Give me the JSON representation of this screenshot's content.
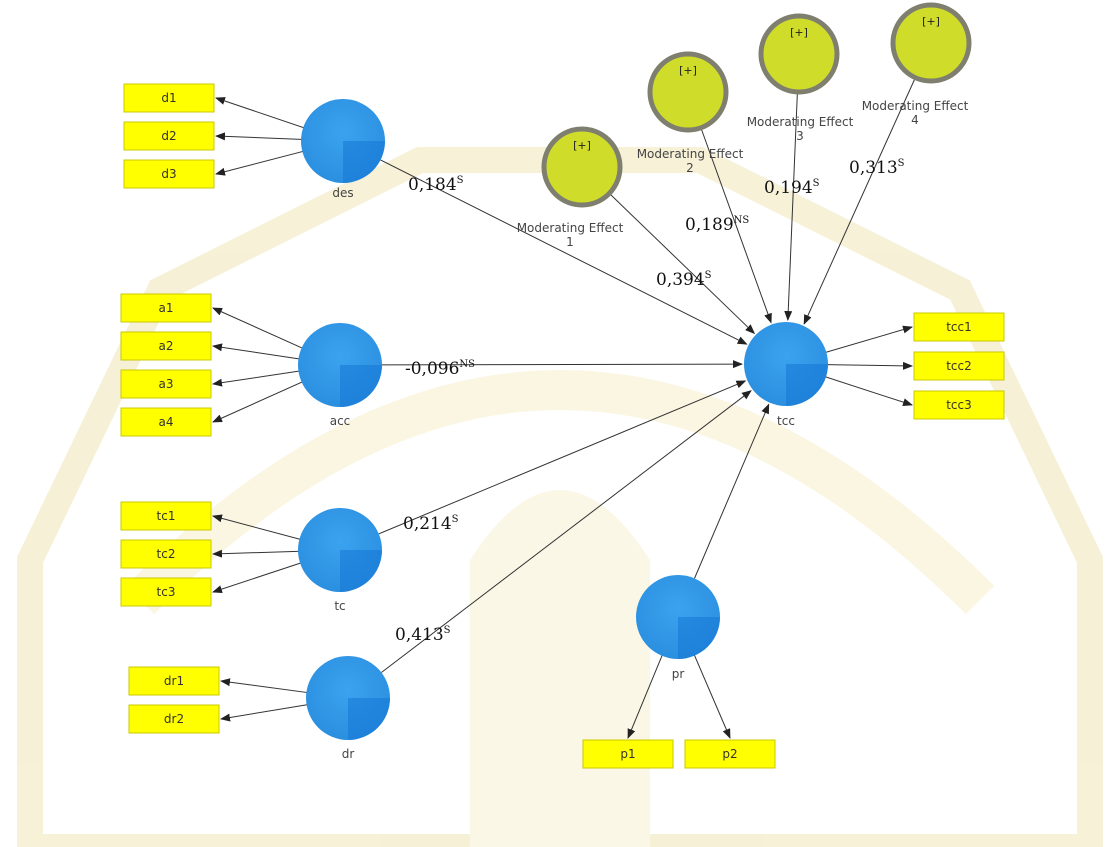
{
  "colors": {
    "construct_fill": "#2f9be8",
    "construct_fill_dark": "#1577d6",
    "moderator_fill": "#cfdc2a",
    "moderator_ring": "#7f7f6f",
    "indicator_fill": "#ffff00",
    "indicator_border": "#c8c800",
    "arrow": "#333333",
    "watermark": "#f3ebc0"
  },
  "constructs": [
    {
      "id": "des",
      "label": "des"
    },
    {
      "id": "acc",
      "label": "acc"
    },
    {
      "id": "tc",
      "label": "tc"
    },
    {
      "id": "dr",
      "label": "dr"
    },
    {
      "id": "tcc",
      "label": "tcc"
    },
    {
      "id": "pr",
      "label": "pr"
    }
  ],
  "moderators": [
    {
      "id": "me1",
      "symbol": "[+]",
      "label_line1": "Moderating Effect",
      "label_line2": "1"
    },
    {
      "id": "me2",
      "symbol": "[+]",
      "label_line1": "Moderating Effect",
      "label_line2": "2"
    },
    {
      "id": "me3",
      "symbol": "[+]",
      "label_line1": "Moderating Effect",
      "label_line2": "3"
    },
    {
      "id": "me4",
      "symbol": "[+]",
      "label_line1": "Moderating Effect",
      "label_line2": "4"
    }
  ],
  "indicators": [
    {
      "label": "d1",
      "construct": "des"
    },
    {
      "label": "d2",
      "construct": "des"
    },
    {
      "label": "d3",
      "construct": "des"
    },
    {
      "label": "a1",
      "construct": "acc"
    },
    {
      "label": "a2",
      "construct": "acc"
    },
    {
      "label": "a3",
      "construct": "acc"
    },
    {
      "label": "a4",
      "construct": "acc"
    },
    {
      "label": "tc1",
      "construct": "tc"
    },
    {
      "label": "tc2",
      "construct": "tc"
    },
    {
      "label": "tc3",
      "construct": "tc"
    },
    {
      "label": "dr1",
      "construct": "dr"
    },
    {
      "label": "dr2",
      "construct": "dr"
    },
    {
      "label": "tcc1",
      "construct": "tcc"
    },
    {
      "label": "tcc2",
      "construct": "tcc"
    },
    {
      "label": "tcc3",
      "construct": "tcc"
    },
    {
      "label": "p1",
      "construct": "pr"
    },
    {
      "label": "p2",
      "construct": "pr"
    }
  ],
  "paths": [
    {
      "from": "des",
      "to": "tcc",
      "coef": "0,184",
      "sig": "S"
    },
    {
      "from": "acc",
      "to": "tcc",
      "coef": "-0,096",
      "sig": "NS"
    },
    {
      "from": "tc",
      "to": "tcc",
      "coef": "0,214",
      "sig": "S"
    },
    {
      "from": "dr",
      "to": "tcc",
      "coef": "0,413",
      "sig": "S"
    },
    {
      "from": "pr",
      "to": "tcc",
      "coef": "",
      "sig": ""
    },
    {
      "from": "me1",
      "to": "tcc",
      "coef": "0,394",
      "sig": "S"
    },
    {
      "from": "me2",
      "to": "tcc",
      "coef": "0,189",
      "sig": "NS"
    },
    {
      "from": "me3",
      "to": "tcc",
      "coef": "0,194",
      "sig": "S"
    },
    {
      "from": "me4",
      "to": "tcc",
      "coef": "0,313",
      "sig": "S"
    }
  ]
}
